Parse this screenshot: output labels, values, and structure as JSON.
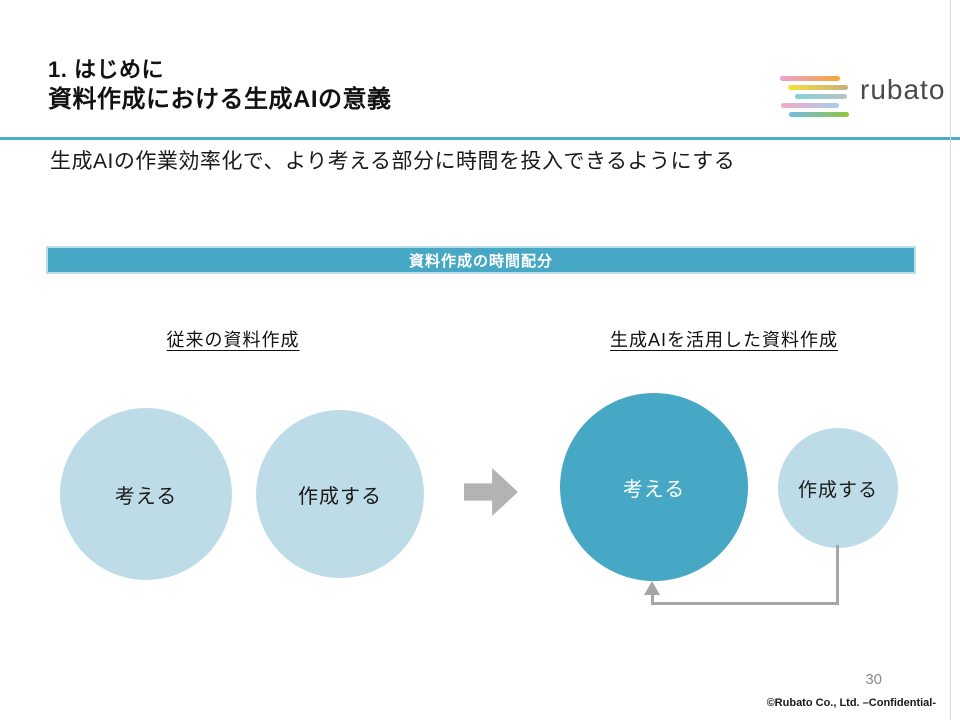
{
  "slide": {
    "title_line1": "1. はじめに",
    "title_line2": "資料作成における生成AIの意義",
    "subtitle": "生成AIの作業効率化で、より考える部分に時間を投入できるようにする",
    "page_number": "30",
    "footer_copyright": "©Rubato Co., Ltd. –Confidential-"
  },
  "logo": {
    "text": "rubato"
  },
  "banner": {
    "title": "資料作成の時間配分"
  },
  "diagram": {
    "left_group": {
      "heading": "従来の資料作成",
      "circle_think": "考える",
      "circle_create": "作成する"
    },
    "right_group": {
      "heading": "生成AIを活用した資料作成",
      "circle_think": "考える",
      "circle_create": "作成する"
    }
  },
  "colors": {
    "teal": "#47A8C6",
    "light_blue": "#BDDCE8",
    "accent_line": "#4BACC6",
    "arrow_gray": "#B3B3B3",
    "connector_gray": "#A6A6A6"
  }
}
